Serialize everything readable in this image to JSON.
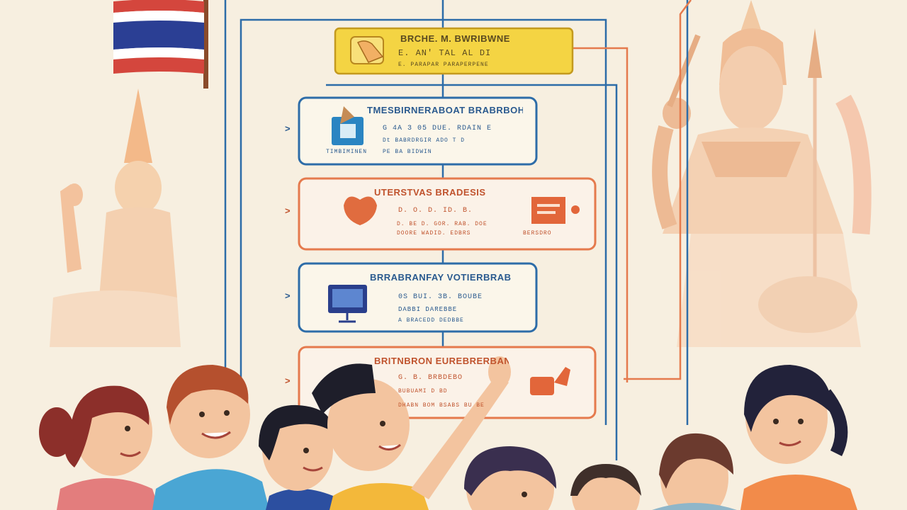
{
  "diagram": {
    "header_card": {
      "title": "BRCHE. M. BWRIBWNE",
      "line1": "E. AN' TAL AL DI",
      "line2": "E. PARAPAR PARAPERPENE"
    },
    "cards": [
      {
        "title": "TMESBIRNERABOAT BRABRBOH",
        "lines": [
          "G 4A 3 05 DUE. RDAIN E",
          "Dt BABRDRGIR ADO T D",
          "PE BA BIDWIN"
        ],
        "side_label": "TIMBIMINEN"
      },
      {
        "title": "UTERSTVAS BRADESIS",
        "lines": [
          "D. O. D. ID. B.",
          "D. BE D. GOR. RAB. DOE",
          "DOORE WADID. EDBRS"
        ],
        "side_label": "BERSDRO"
      },
      {
        "title": "BRRABRANFAY VOTIERBRABN",
        "lines": [
          "0S BUI. 3B. BOUBE",
          "DABBI DAREBBE",
          "A BRACEDD DEDBBE"
        ],
        "side_label": ""
      },
      {
        "title": "BRITNBRON EUREBRERBAN",
        "lines": [
          "G. B. BRBDEBO",
          "BUBUAMI D BD",
          "DHABN BOM BSABS BU BE"
        ],
        "side_label": ""
      }
    ],
    "arrows": [
      ">",
      ">",
      ">",
      ">"
    ]
  },
  "colors": {
    "background": "#f7efe0",
    "header_fill": "#f4d443",
    "blue_stroke": "#2d6ca8",
    "orange_stroke": "#e57a4d",
    "flag_red": "#d4463d",
    "flag_blue": "#2b3f94",
    "statue": "#f0b98a"
  },
  "icons": [
    "thailand-flag-icon",
    "hand-icon",
    "book-icon",
    "heart-icon",
    "document-icon",
    "computer-icon",
    "hand-pointing-icon"
  ]
}
